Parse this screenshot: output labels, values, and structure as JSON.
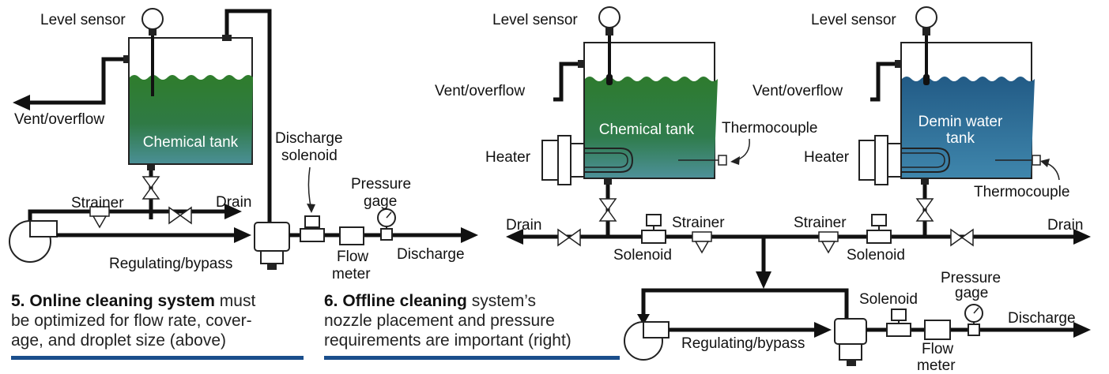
{
  "left": {
    "level_sensor": "Level sensor",
    "vent": "Vent/overflow",
    "tank": "Chemical tank",
    "discharge_solenoid_1": "Discharge",
    "discharge_solenoid_2": "solenoid",
    "pressure_gage_1": "Pressure",
    "pressure_gage_2": "gage",
    "strainer": "Strainer",
    "drain": "Drain",
    "regulating": "Regulating/bypass",
    "flow_meter_1": "Flow",
    "flow_meter_2": "meter",
    "discharge": "Discharge"
  },
  "right": {
    "level_sensor_a": "Level sensor",
    "level_sensor_b": "Level sensor",
    "vent_a": "Vent/overflow",
    "vent_b": "Vent/overflow",
    "tank_a": "Chemical tank",
    "tank_b_1": "Demin water",
    "tank_b_2": "tank",
    "thermocouple_a": "Thermocouple",
    "thermocouple_b": "Thermocouple",
    "heater_a": "Heater",
    "heater_b": "Heater",
    "drain_a": "Drain",
    "drain_b": "Drain",
    "strainer_a": "Strainer",
    "strainer_b": "Strainer",
    "solenoid_a": "Solenoid",
    "solenoid_b": "Solenoid",
    "solenoid_c": "Solenoid",
    "pressure_gage_1": "Pressure",
    "pressure_gage_2": "gage",
    "discharge": "Discharge",
    "regulating": "Regulating/bypass",
    "flow_meter_1": "Flow",
    "flow_meter_2": "meter"
  },
  "captions": {
    "c5_bold": "5. Online cleaning system",
    "c5_rest": " must",
    "c5_line2": "be optimized for flow rate, cover-",
    "c5_line3": "age, and droplet size (above)",
    "c6_bold": "6. Offline cleaning",
    "c6_rest": " system’s",
    "c6_line2": "nozzle placement and pressure",
    "c6_line3": "requirements are important (right)"
  },
  "colors": {
    "chemical_tank": "#2e7d3a",
    "demin_tank": "#2a6f99",
    "caption_rule": "#1a4e8c"
  }
}
